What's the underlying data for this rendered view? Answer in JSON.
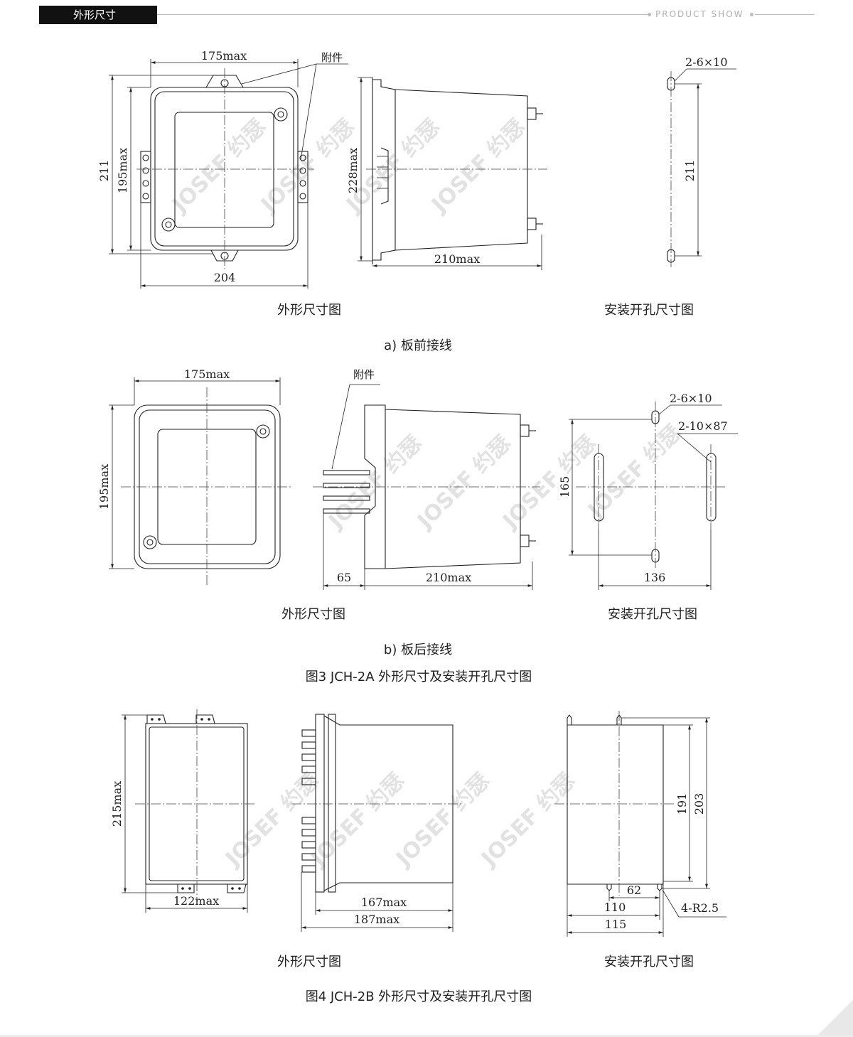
{
  "header": {
    "tab_label": "外形尺寸",
    "right_label": "PRODUCT SHOW"
  },
  "watermark": "JOSEF 约瑟",
  "section_a": {
    "left_caption": "外形尺寸图",
    "right_caption": "安装开孔尺寸图",
    "subtitle": "a)  板前接线",
    "dims": {
      "width_top": "175max",
      "accessory": "附件",
      "height_outer": "211",
      "height_inner": "195max",
      "width_bottom": "204",
      "side_height": "228max",
      "depth": "210max",
      "hole_spec": "2-6×10",
      "hole_pitch": "211"
    }
  },
  "section_b": {
    "left_caption": "外形尺寸图",
    "right_caption": "安装开孔尺寸图",
    "subtitle": "b)  板后接线",
    "dims": {
      "width_top": "175max",
      "accessory": "附件",
      "height": "195max",
      "terminal_len": "65",
      "depth": "210max",
      "hole_spec": "2-6×10",
      "slot_spec": "2-10×87",
      "height_mount": "165",
      "width_mount": "136"
    }
  },
  "figure3_title": "图3  JCH-2A 外形尺寸及安装开孔尺寸图",
  "section_c": {
    "left_caption": "外形尺寸图",
    "right_caption": "安装开孔尺寸图",
    "dims": {
      "height": "215max",
      "width": "122max",
      "depth_body": "167max",
      "depth_total": "187max",
      "h191": "191",
      "h203": "203",
      "w62": "62",
      "w110": "110",
      "w115": "115",
      "radius": "4-R2.5"
    }
  },
  "figure4_title": "图4  JCH-2B 外形尺寸及安装开孔尺寸图"
}
